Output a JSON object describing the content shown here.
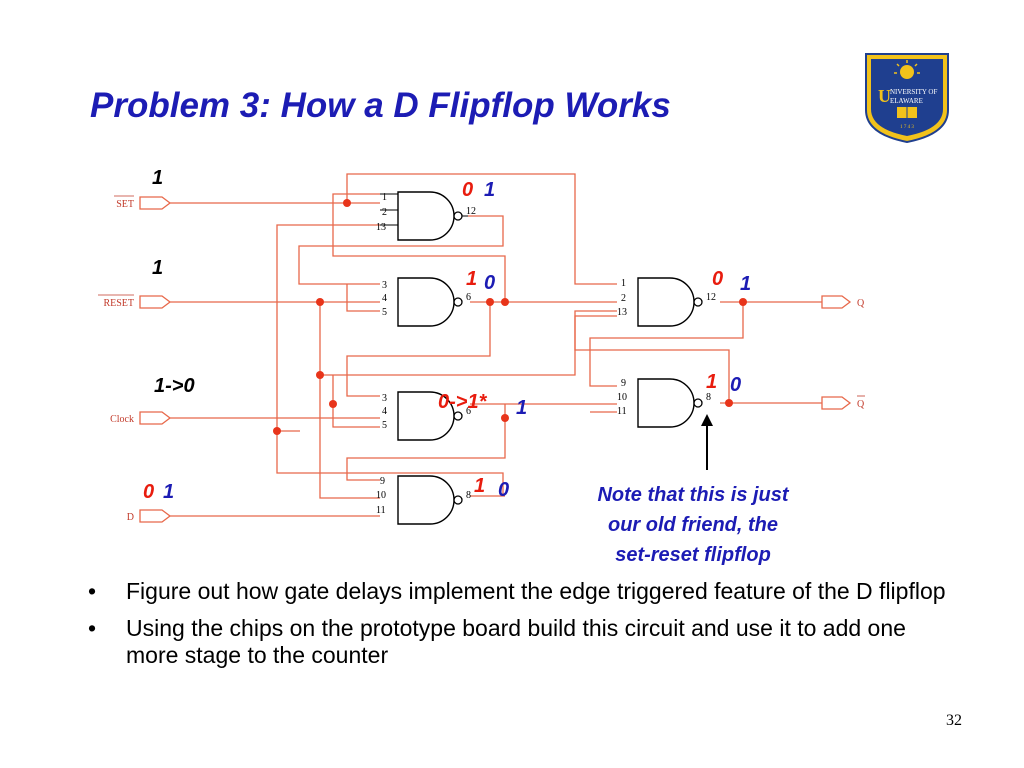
{
  "title": "Problem 3: How a D Flipflop Works",
  "colors": {
    "title": "#1c1cb4",
    "wire": "#e8684a",
    "state_red": "#e81c0e",
    "state_blue": "#1c1cb4",
    "logo_blue": "#1f3f8f",
    "logo_gold": "#f2c21b"
  },
  "logo": {
    "line1": "NIVERSITY OF",
    "line2": "ELAWARE",
    "year": "1 7 4 3",
    "icon": "university-of-delaware-logo"
  },
  "circuit": {
    "inputs": {
      "set": "SET",
      "reset": "RESET",
      "clock": "Clock",
      "d": "D"
    },
    "outputs": {
      "q": "Q",
      "q_bar": "Q"
    },
    "input_values": {
      "set": "1",
      "reset": "1",
      "clock": "1->0",
      "d_old": "0",
      "d_new": "1"
    },
    "gate_pins": {
      "g1": [
        "1",
        "2",
        "13",
        "12"
      ],
      "g2": [
        "3",
        "4",
        "5",
        "6"
      ],
      "g3": [
        "3",
        "4",
        "5",
        "6"
      ],
      "g4": [
        "9",
        "10",
        "11",
        "8"
      ],
      "g5": [
        "1",
        "2",
        "13",
        "12"
      ],
      "g6": [
        "9",
        "10",
        "11",
        "8"
      ]
    },
    "state_labels": {
      "g1_old": "0",
      "g1_new": "1",
      "g2_old": "1",
      "g2_new": "0",
      "g3_old": "0->1*",
      "g3_new": "1",
      "g4_old": "1",
      "g4_new": "0",
      "q_old": "0",
      "q_new": "1",
      "qbar_old": "1",
      "qbar_new": "0"
    }
  },
  "note": {
    "lines": [
      "Note that this is just",
      "our old friend, the",
      "set-reset flipflop"
    ]
  },
  "bullets": [
    "Figure out how gate delays implement the edge triggered feature of the D flipflop",
    "Using the chips on the prototype board build this circuit and use it to add one more stage to the counter"
  ],
  "page_number": "32"
}
